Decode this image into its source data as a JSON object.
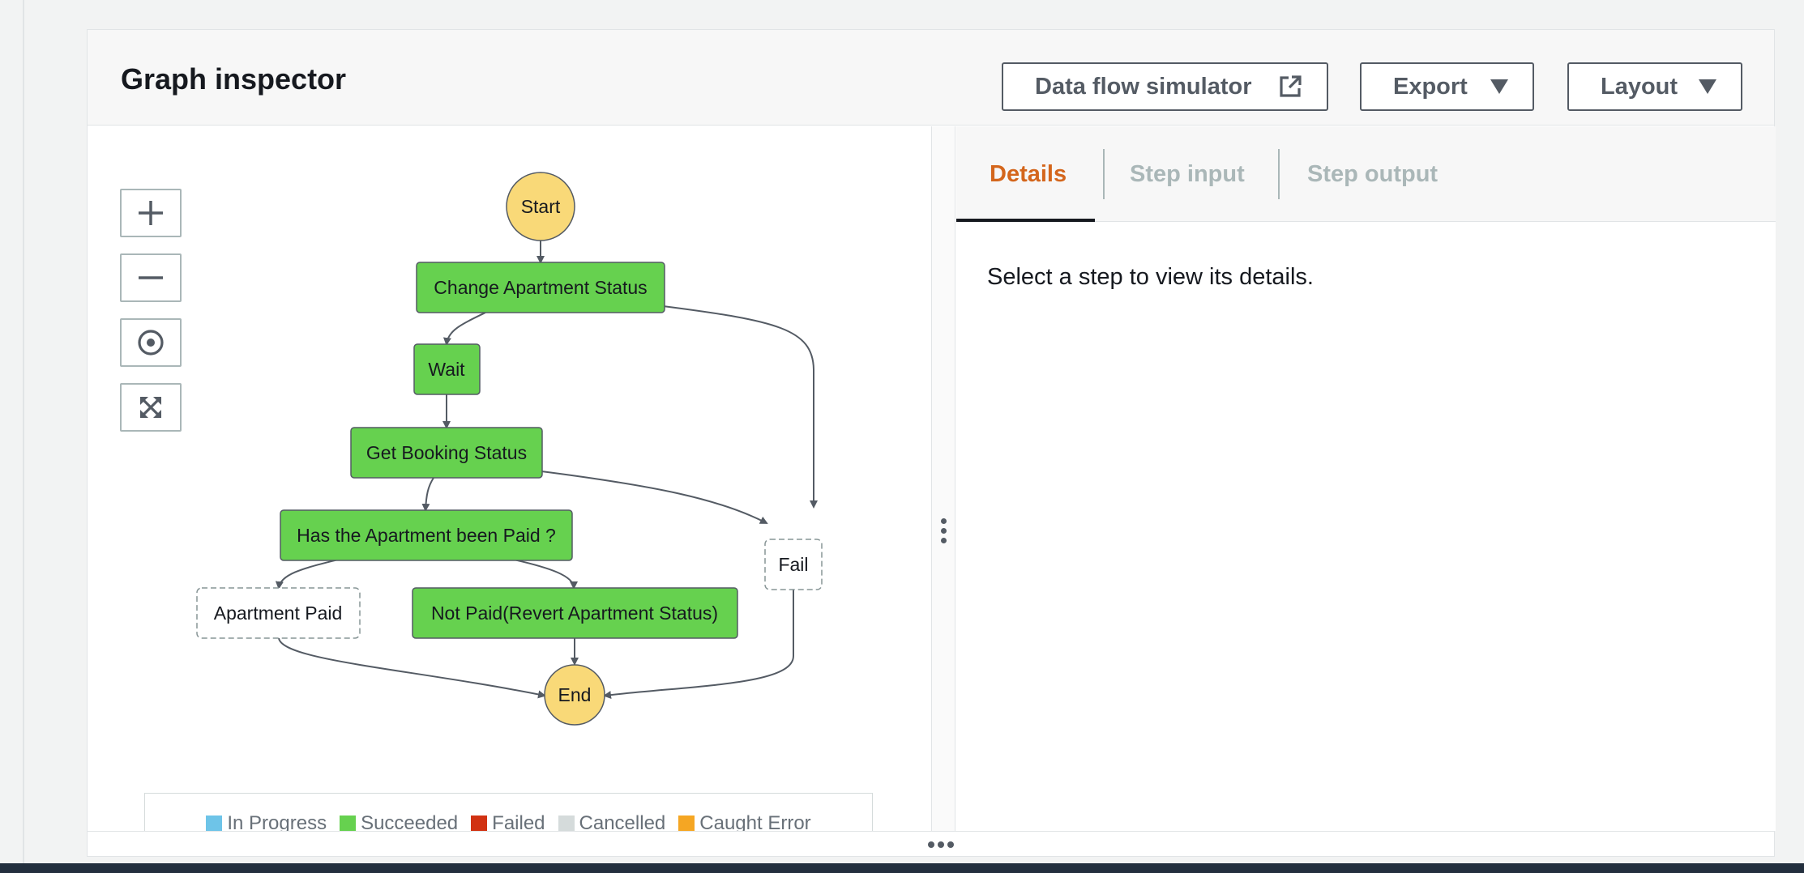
{
  "panel": {
    "title": "Graph inspector",
    "buttons": {
      "simulator_label": "Data flow simulator",
      "export_label": "Export",
      "layout_label": "Layout"
    }
  },
  "zoom_controls": [
    {
      "name": "zoom-in",
      "icon": "plus-icon"
    },
    {
      "name": "zoom-out",
      "icon": "minus-icon"
    },
    {
      "name": "center",
      "icon": "target-icon"
    },
    {
      "name": "fit",
      "icon": "expand-icon"
    }
  ],
  "graph": {
    "nodes": {
      "start": "Start",
      "change_status": "Change Apartment Status",
      "wait": "Wait",
      "get_booking": "Get Booking Status",
      "has_paid": "Has the Apartment been Paid ?",
      "fail": "Fail",
      "apartment_paid": "Apartment Paid",
      "not_paid": "Not Paid(Revert Apartment Status)",
      "end": "End"
    },
    "node_states": {
      "start": "terminal",
      "change_status": "Succeeded",
      "wait": "Succeeded",
      "get_booking": "Succeeded",
      "has_paid": "Succeeded",
      "fail": "not-run",
      "apartment_paid": "not-run",
      "not_paid": "Succeeded",
      "end": "terminal"
    },
    "colors": {
      "terminal": "#f9d978",
      "succeeded": "#66d14f",
      "not_run": "#ffffff",
      "edge": "#545b64"
    }
  },
  "legend": [
    {
      "label": "In Progress",
      "color": "#6ec4e8"
    },
    {
      "label": "Succeeded",
      "color": "#66d14f"
    },
    {
      "label": "Failed",
      "color": "#d13212"
    },
    {
      "label": "Cancelled",
      "color": "#d5dbdb"
    },
    {
      "label": "Caught Error",
      "color": "#f5a623"
    }
  ],
  "tabs": {
    "details": "Details",
    "step_input": "Step input",
    "step_output": "Step output",
    "active": "Details"
  },
  "details": {
    "message": "Select a step to view its details."
  },
  "colors": {
    "accent": "#d4661c",
    "text": "#16191f",
    "muted": "#aab7b8"
  }
}
